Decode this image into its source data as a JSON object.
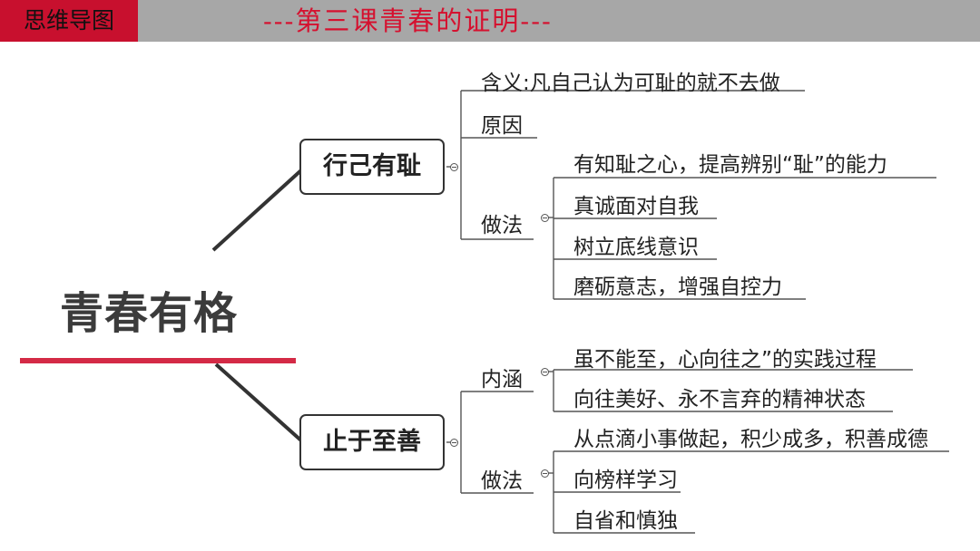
{
  "header": {
    "tag": "思维导图",
    "lesson_title": "---第三课青春的证明---"
  },
  "map": {
    "root": "青春有格",
    "branch_1": {
      "label": "行己有耻",
      "meaning": "含义:凡自己认为可耻的就不去做",
      "reason": "原因",
      "method": "做法",
      "method_items": [
        "有知耻之心，提高辨别“耻”的能力",
        "真诚面对自我",
        "树立底线意识",
        "磨砺意志，增强自控力"
      ]
    },
    "branch_2": {
      "label": "止于至善",
      "connotation": "内涵",
      "connotation_items": [
        "虽不能至，心向往之”的实践过程",
        "向往美好、永不言弃的精神状态"
      ],
      "method": "做法",
      "method_items": [
        "从点滴小事做起，积少成多，积善成德",
        "向榜样学习",
        "自省和慎独"
      ]
    }
  },
  "colors": {
    "accent_red": "#c8102e",
    "title_red": "#d5112f",
    "header_gray": "#a7a7a7",
    "root_underline": "#d42a46"
  }
}
